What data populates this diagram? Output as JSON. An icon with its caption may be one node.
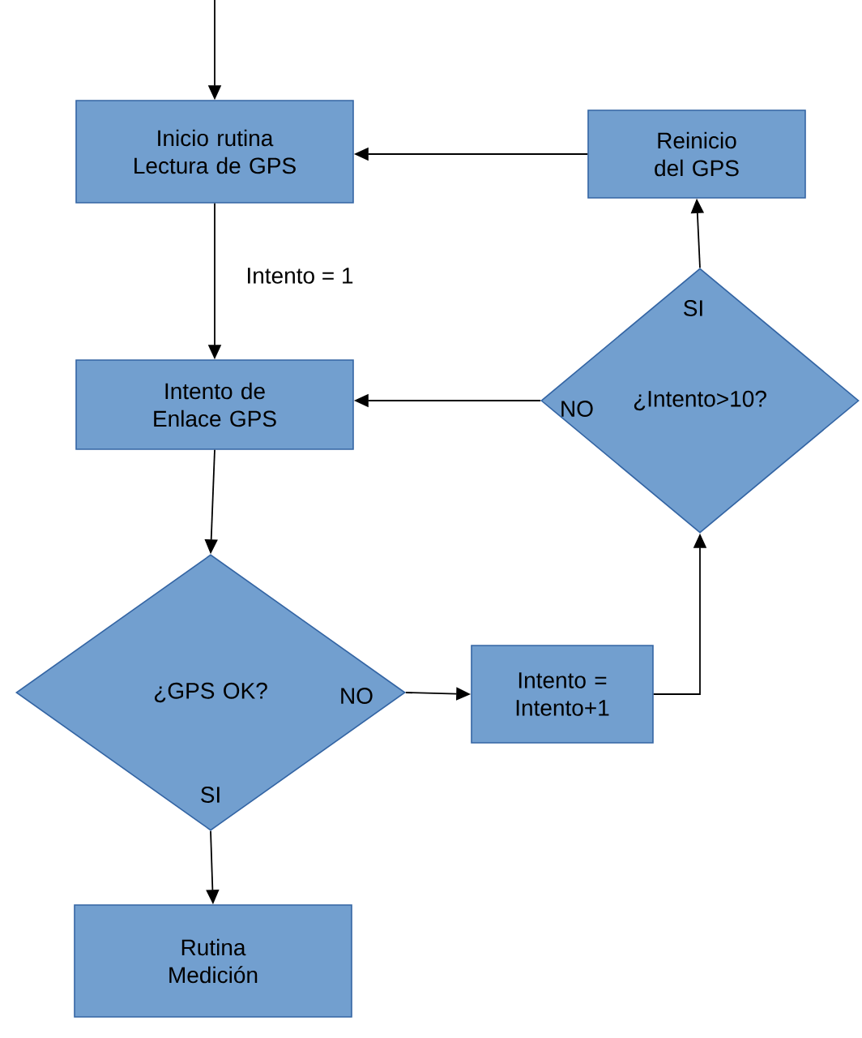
{
  "diagram": {
    "nodes": [
      {
        "text": [
          "Inicio rutina Lectura de GPS"
        ]
      },
      {
        "text": [
          "Reinicio del GPS"
        ]
      },
      {
        "text": [
          "Intento de Enlace GPS"
        ]
      },
      {
        "text": [
          "¿Intento>10?"
        ]
      },
      {
        "text": [
          "¿GPS OK?"
        ]
      },
      {
        "text": [
          "Intento = Intento+1"
        ]
      },
      {
        "text": [
          "Rutina Medición"
        ]
      }
    ],
    "edges": [
      {
        "from": null,
        "to": 0,
        "arrow": "to"
      },
      {
        "from": 0,
        "to": 2,
        "arrow": "to",
        "label": "Intento = 1"
      },
      {
        "from": 2,
        "to": 4,
        "arrow": "to"
      },
      {
        "from": 4,
        "to": 5,
        "arrow": "to",
        "label": "NO"
      },
      {
        "from": 5,
        "to": 3,
        "arrow": "to"
      },
      {
        "from": 3,
        "to": 1,
        "arrow": "to",
        "label": "SI"
      },
      {
        "from": 3,
        "to": 2,
        "arrow": "to",
        "label": "NO"
      },
      {
        "from": 1,
        "to": 0,
        "arrow": "to"
      },
      {
        "from": 4,
        "to": 6,
        "arrow": "to",
        "label": "SI"
      }
    ]
  }
}
